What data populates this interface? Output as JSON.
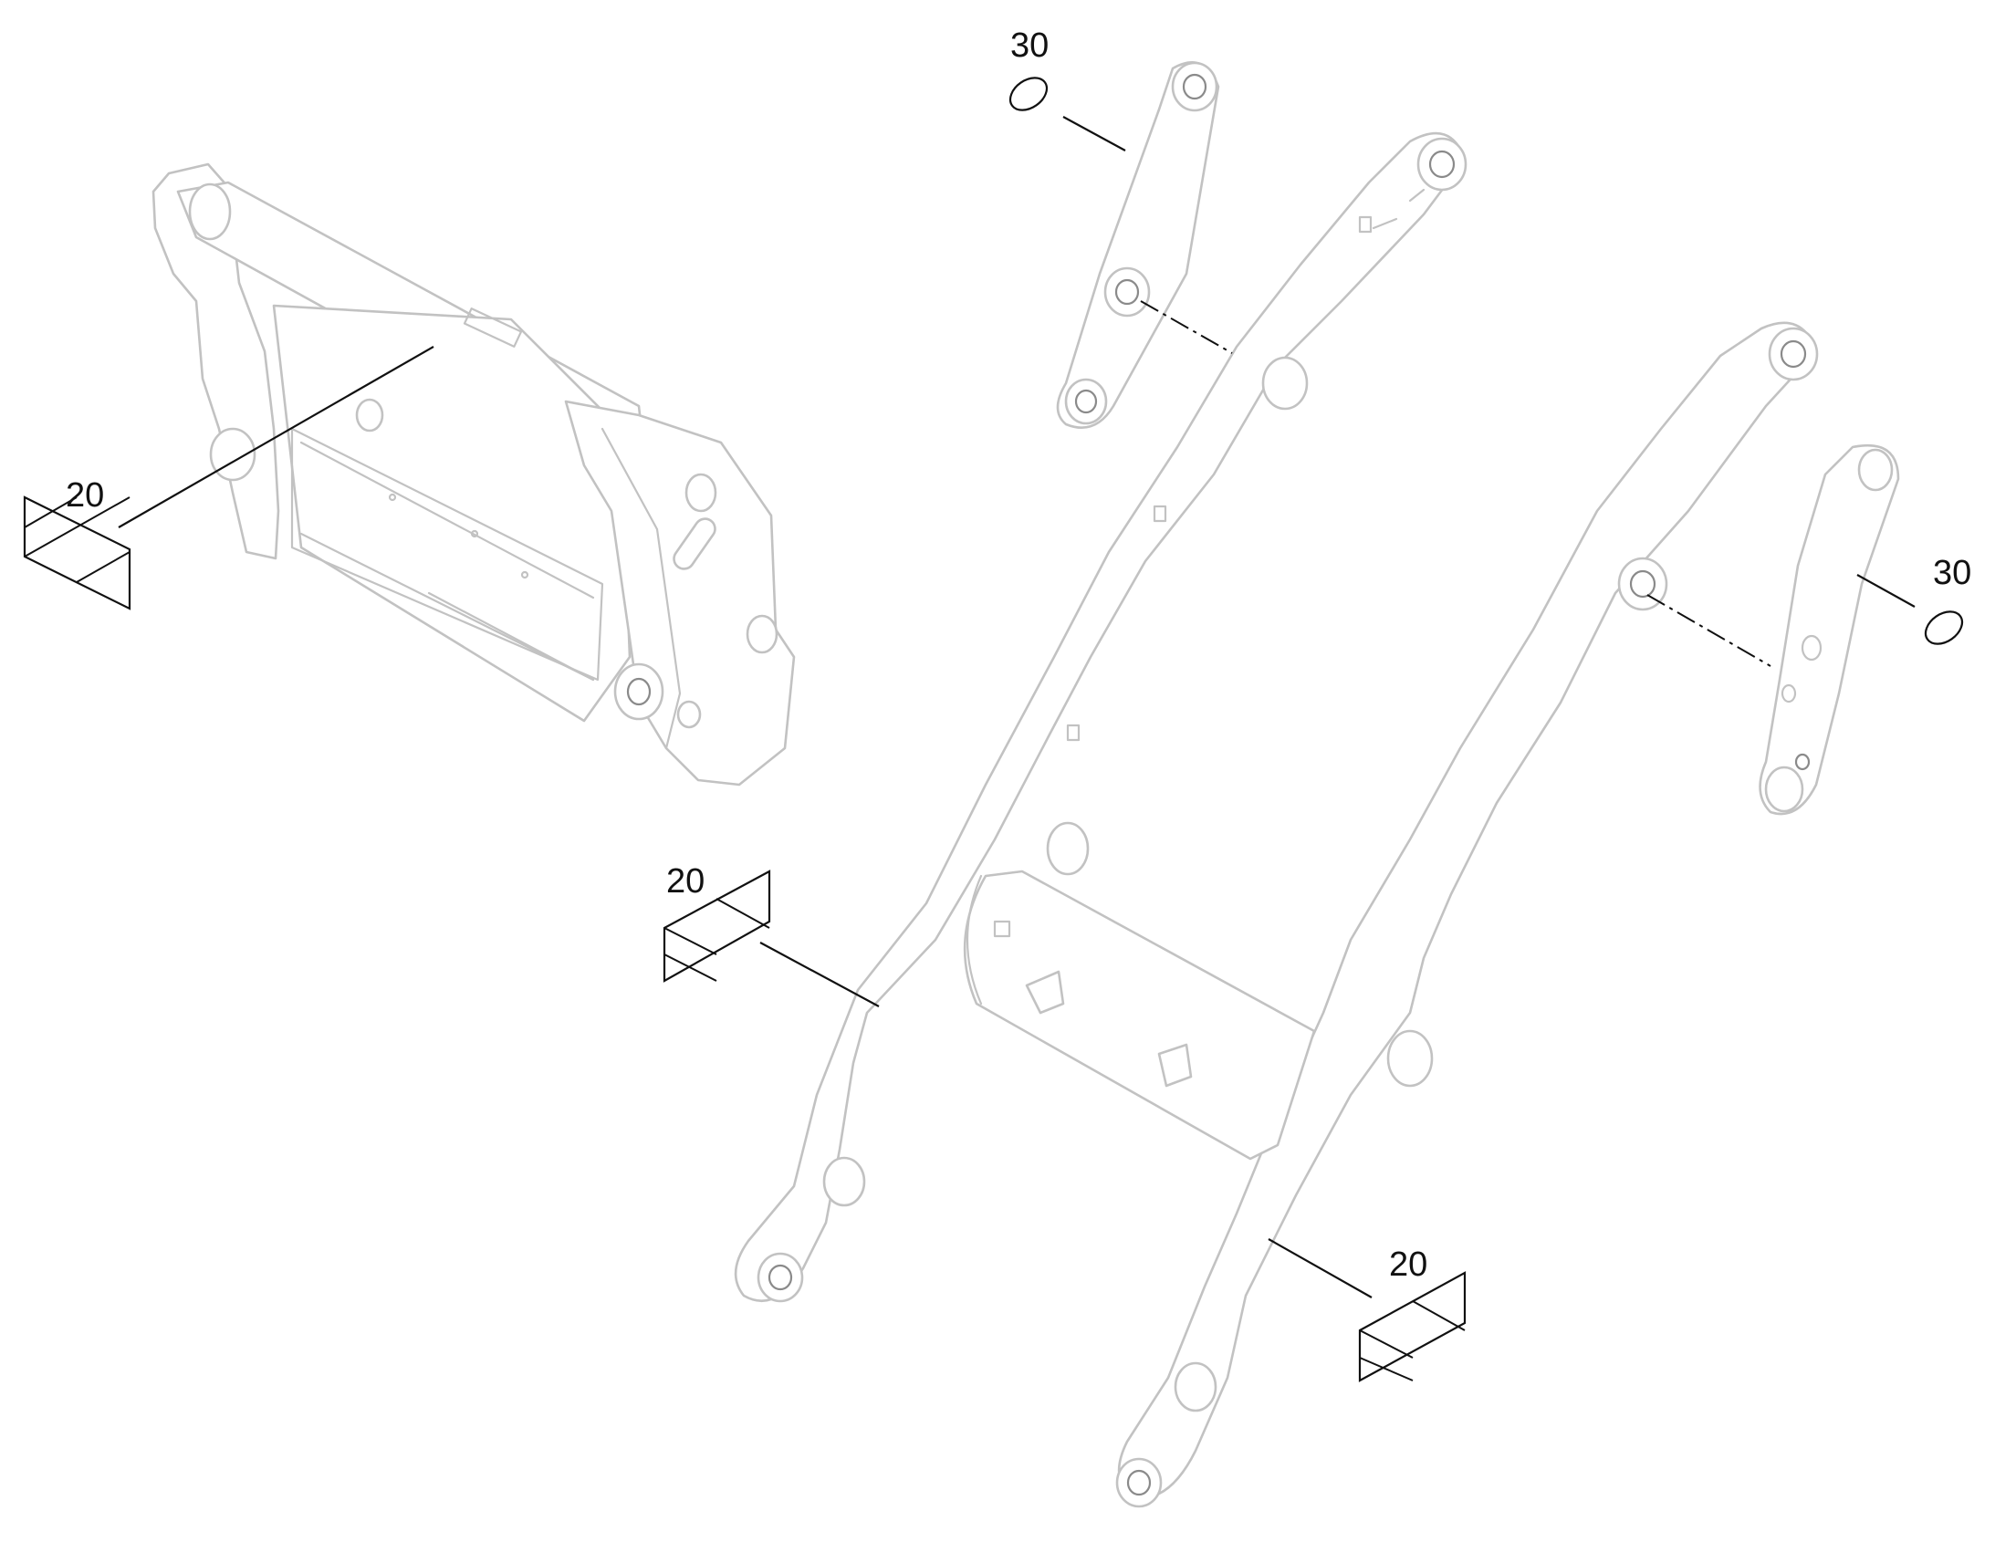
{
  "callouts": {
    "decal_attachment": "20",
    "plug_upper_link": "30",
    "decal_left_arm": "20",
    "plug_right_link": "30",
    "decal_right_arm": "20"
  }
}
